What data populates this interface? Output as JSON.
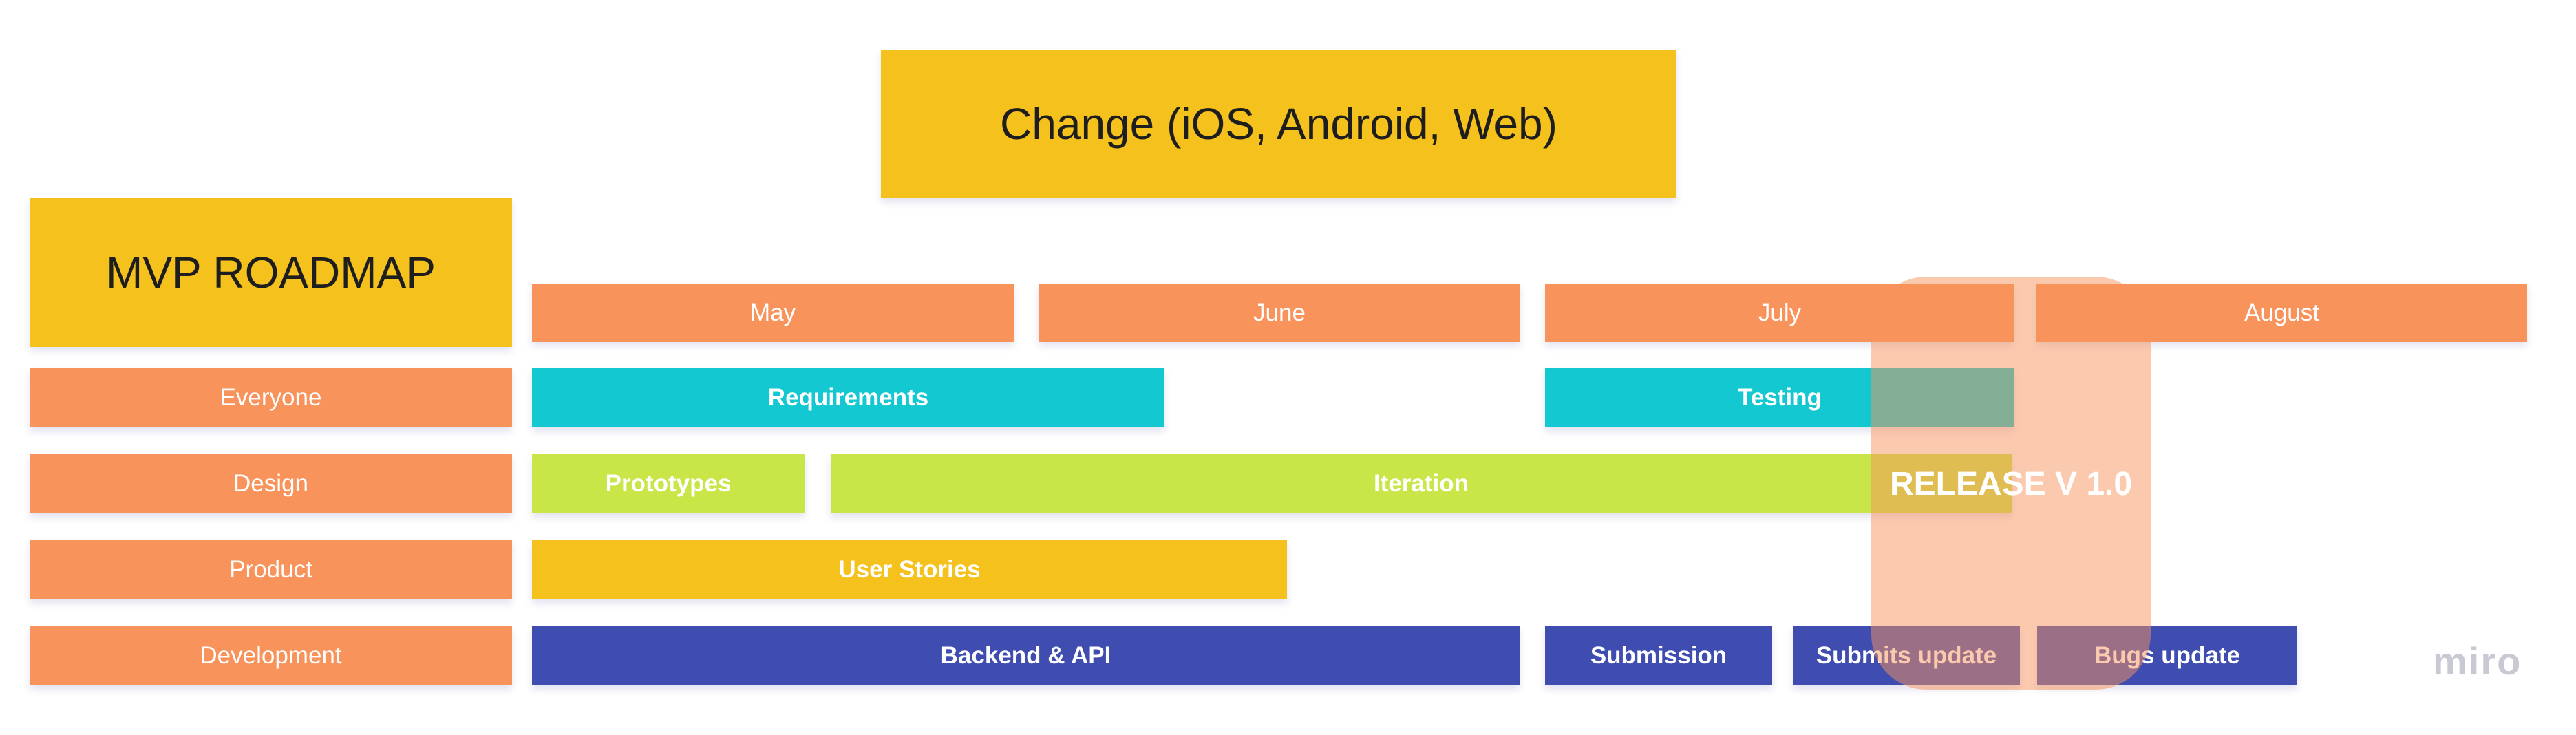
{
  "title": {
    "text": "Change (iOS, Android, Web)"
  },
  "board_title": {
    "text": "MVP ROADMAP"
  },
  "timeline": {
    "months": [
      "May",
      "June",
      "July",
      "August"
    ]
  },
  "rows": [
    {
      "label": "Everyone"
    },
    {
      "label": "Design"
    },
    {
      "label": "Product"
    },
    {
      "label": "Development"
    }
  ],
  "bars": [
    {
      "label": "Requirements",
      "row": "Everyone",
      "color": "#13C8D1",
      "span": "May to late June"
    },
    {
      "label": "Testing",
      "row": "Everyone",
      "color": "#13C8D1",
      "span": "July"
    },
    {
      "label": "Prototypes",
      "row": "Design",
      "color": "#C8E648",
      "span": "first half of May"
    },
    {
      "label": "Iteration",
      "row": "Design",
      "color": "#C8E648",
      "span": "mid May to end of July"
    },
    {
      "label": "User Stories",
      "row": "Product",
      "color": "#F8C217",
      "span": "May to mid June"
    },
    {
      "label": "Backend & API",
      "row": "Development",
      "color": "#3F4DB0",
      "span": "May to end of June"
    },
    {
      "label": "Submission",
      "row": "Development",
      "color": "#3F4DB0",
      "span": "first half of July"
    },
    {
      "label": "Submits update",
      "row": "Development",
      "color": "#3F4DB0",
      "span": "second half of July"
    },
    {
      "label": "Bugs update",
      "row": "Development",
      "color": "#3F4DB0",
      "span": "August"
    }
  ],
  "release": {
    "label": "RELEASE V 1.0"
  },
  "watermark": {
    "text": "miro"
  },
  "colors": {
    "yellow": "#F5C11C",
    "orange": "#F7935B",
    "teal": "#13C8D1",
    "lime": "#C8E648",
    "indigo": "#3F4DB0",
    "release_band": "rgba(247,147,91,0.5)",
    "title_text": "#1e1e1e",
    "bar_text": "#ffffff",
    "watermark_text": "#C9C9D4",
    "background": "#ffffff"
  }
}
